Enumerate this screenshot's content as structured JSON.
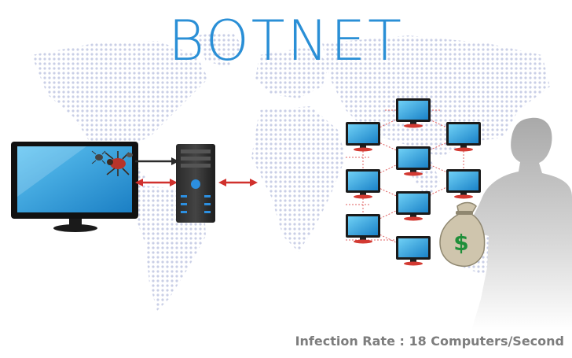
{
  "title": "BOTNET",
  "caption": "Infection Rate : 18 Computers/Second",
  "money_symbol": "$",
  "colors": {
    "title": "#2a8fd6",
    "map_dots": "#c9cfe6",
    "arrow_red": "#d0312d",
    "arrow_dark": "#2b2b2b",
    "bot_screen": "#1e8fd0",
    "bot_frame_red": "#d33a32",
    "person": "#bdbdbd",
    "money_bag": "#cfc5ad",
    "dollar": "#1f8f3a"
  },
  "icons": [
    "world-map",
    "infected-computer-icon",
    "spider-icon",
    "server-tower-icon",
    "bot-computer-icon",
    "person-silhouette",
    "money-bag-icon"
  ]
}
